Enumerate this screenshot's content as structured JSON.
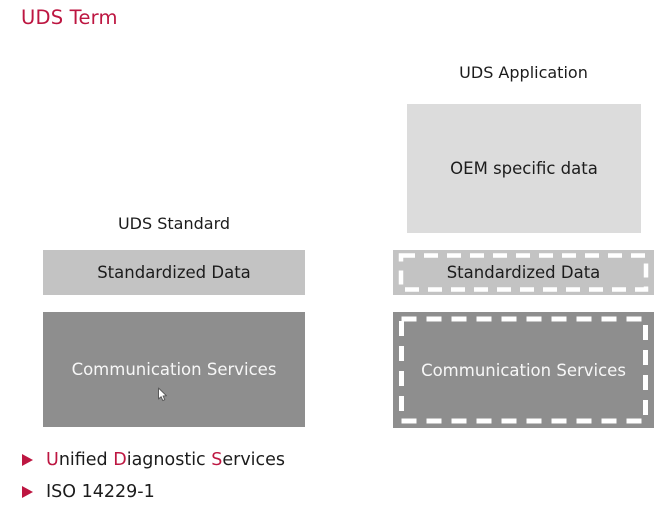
{
  "title": "UDS Term",
  "colors": {
    "accent": "#bd1641",
    "box_light": "#dcdcdc",
    "box_medium": "#c3c3c3",
    "box_dark": "#8e8e8e",
    "dash": "#ffffff",
    "text_dark": "#1c1c1c",
    "text_light": "#f7f7f7"
  },
  "diagram": {
    "right_column": {
      "label": "UDS Application",
      "boxes": [
        {
          "label": "OEM specific data",
          "style": "light-solid"
        },
        {
          "label": "Standardized Data",
          "style": "medium-dashed-outline"
        },
        {
          "label": "Communication Services",
          "style": "dark-dashed-outline"
        }
      ]
    },
    "left_column": {
      "label": "UDS Standard",
      "boxes": [
        {
          "label": "Standardized Data",
          "style": "medium-solid"
        },
        {
          "label": "Communication Services",
          "style": "dark-solid"
        }
      ]
    }
  },
  "bullets": {
    "items": [
      {
        "segments": [
          {
            "text": "U",
            "accent": true
          },
          {
            "text": "nified ",
            "accent": false
          },
          {
            "text": "D",
            "accent": true
          },
          {
            "text": "iagnostic ",
            "accent": false
          },
          {
            "text": "S",
            "accent": true
          },
          {
            "text": "ervices",
            "accent": false
          }
        ]
      },
      {
        "segments": [
          {
            "text": "ISO 14229-1",
            "accent": false
          }
        ]
      }
    ]
  }
}
